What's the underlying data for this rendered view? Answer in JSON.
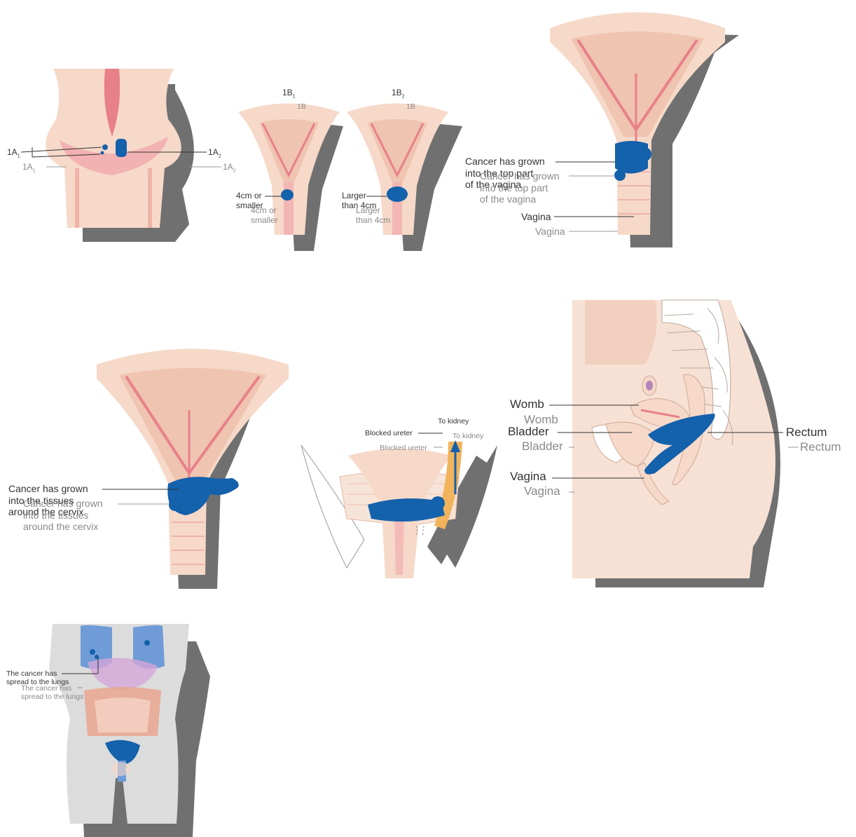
{
  "colors": {
    "tissue": "#f6d9c9",
    "tissue_dark": "#efc4b0",
    "lining": "#e8808a",
    "lining_light": "#f1a7ab",
    "cancer": "#1461ac",
    "shadow": "#6e6e6e",
    "lungs": "#6f9bd6",
    "ureter": "#f1b35c",
    "body_grey": "#dcdcdc"
  },
  "panel_1a": {
    "label_a1": "1A",
    "label_a1_sub": "1",
    "label_a2": "1A",
    "label_a2_sub": "2",
    "ghost_a1": "1A",
    "ghost_a1_sub": "1",
    "ghost_a2": "1A",
    "ghost_a2_sub": "2"
  },
  "panel_1b": {
    "heading_b1": "1B",
    "heading_b1_sub": "1",
    "heading_b2": "1B",
    "heading_b2_sub": "2",
    "ghost_b1": "1B",
    "ghost_b2": "1B",
    "small_label": "4cm or\nsmaller",
    "small_ghost": "4cm or\nsmaller",
    "large_label": "Larger\nthan 4cm",
    "large_ghost": "Larger\nthan 4cm"
  },
  "panel_vagina": {
    "cancer_label": "Cancer has grown\ninto the top part\nof the vagina",
    "cancer_ghost": "Cancer has grown\ninto the top part\nof the vagina",
    "vagina_label": "Vagina",
    "vagina_ghost": "Vagina"
  },
  "panel_tissues": {
    "cancer_label": "Cancer has grown\ninto the tissues\naround the cervix",
    "cancer_ghost": "Cancer has grown\ninto the tissues\naround the cervix"
  },
  "panel_ureter": {
    "to_kidney": "To kidney",
    "to_kidney_ghost": "To kidney",
    "blocked_ureter": "Blocked ureter",
    "blocked_ureter_ghost": "Blocked ureter"
  },
  "panel_side": {
    "womb": "Womb",
    "womb_ghost": "Womb",
    "bladder": "Bladder",
    "bladder_ghost": "Bladder",
    "vagina": "Vagina",
    "vagina_ghost": "Vagina",
    "rectum": "Rectum",
    "rectum_ghost": "Rectum"
  },
  "panel_lungs": {
    "label": "The cancer has\nspread to the lungs",
    "ghost": "The cancer has\nspread to the lungs"
  }
}
